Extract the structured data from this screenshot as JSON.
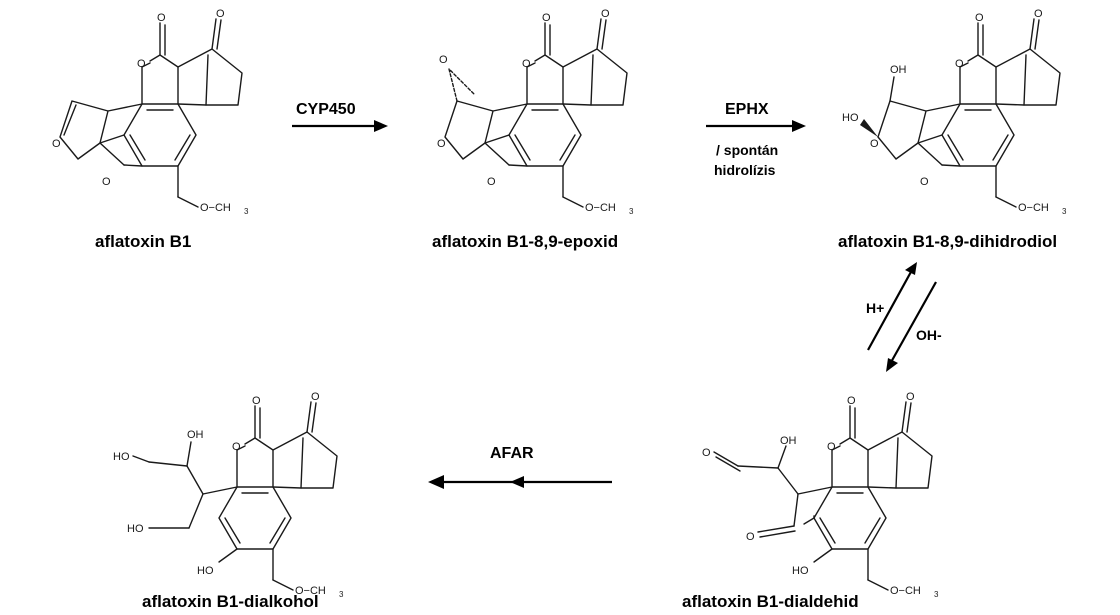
{
  "compounds": {
    "b1": "aflatoxin B1",
    "epoxide": "aflatoxin B1-8,9-epoxid",
    "dihydrodiol": "aflatoxin B1-8,9-dihidrodiol",
    "dialdehyde": "aflatoxin B1-dialdehid",
    "dialcohol": "aflatoxin B1-dialkohol"
  },
  "reactions": {
    "step1": "CYP450",
    "step2": "EPHX",
    "step2_alt_line1": "/ spontán",
    "step2_alt_line2": "hidrolízis",
    "forward": "H+",
    "reverse": "OH-",
    "step4": "AFAR"
  },
  "atoms": {
    "O": "O",
    "OH": "OH",
    "HO": "HO",
    "methoxy": "O−CH",
    "methoxy_sub": "3"
  }
}
